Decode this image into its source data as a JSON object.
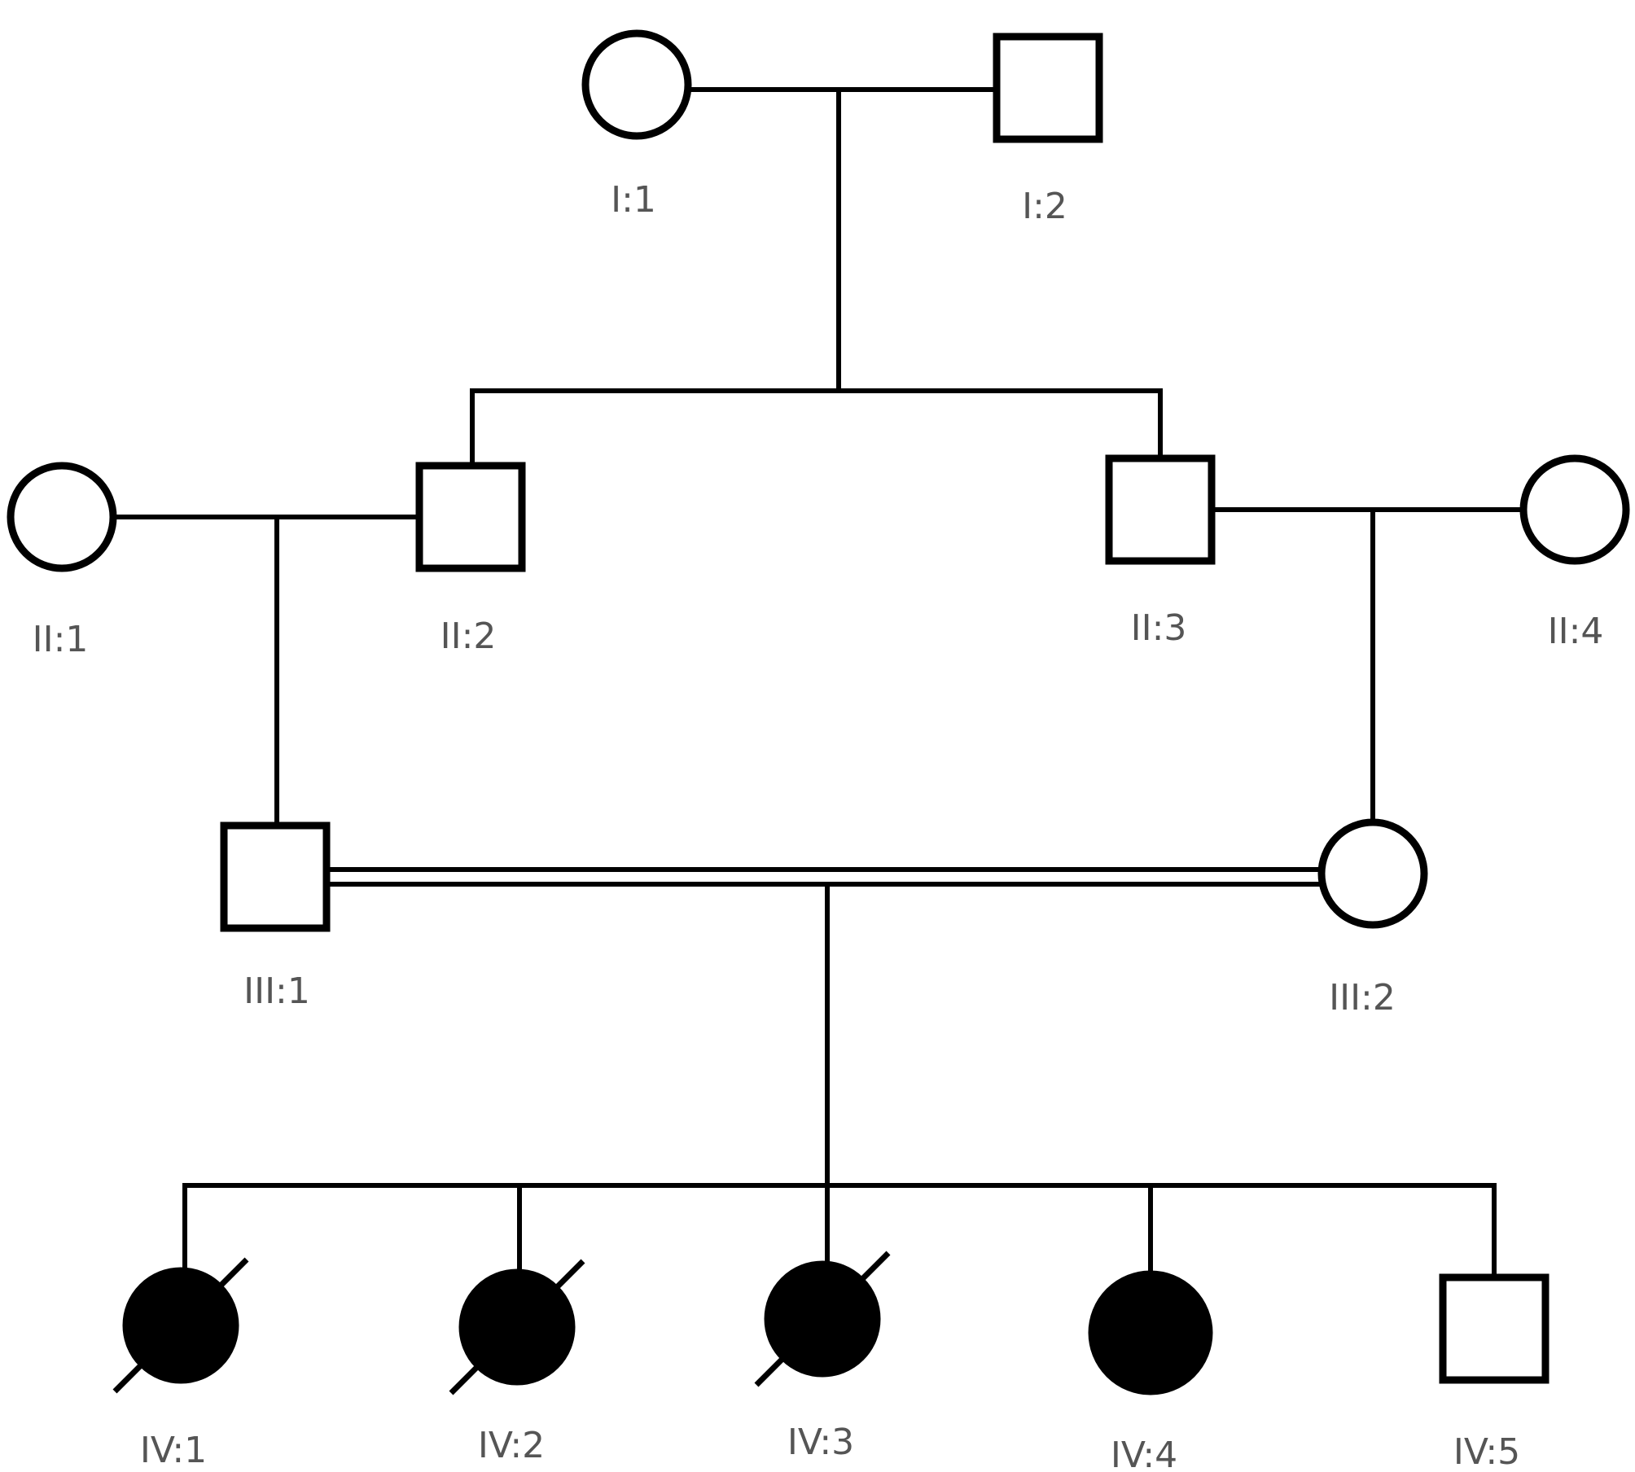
{
  "colors": {
    "line": "#000000",
    "affected": "#000000",
    "unaffected": "#ffffff",
    "label": "#555555"
  },
  "individuals": [
    {
      "id": "I:1",
      "label": "I:1",
      "sex": "female",
      "affected": false,
      "deceased": false
    },
    {
      "id": "I:2",
      "label": "I:2",
      "sex": "male",
      "affected": false,
      "deceased": false
    },
    {
      "id": "II:1",
      "label": "II:1",
      "sex": "female",
      "affected": false,
      "deceased": false
    },
    {
      "id": "II:2",
      "label": "II:2",
      "sex": "male",
      "affected": false,
      "deceased": false
    },
    {
      "id": "II:3",
      "label": "II:3",
      "sex": "male",
      "affected": false,
      "deceased": false
    },
    {
      "id": "II:4",
      "label": "II:4",
      "sex": "female",
      "affected": false,
      "deceased": false
    },
    {
      "id": "III:1",
      "label": "III:1",
      "sex": "male",
      "affected": false,
      "deceased": false
    },
    {
      "id": "III:2",
      "label": "III:2",
      "sex": "female",
      "affected": false,
      "deceased": false
    },
    {
      "id": "IV:1",
      "label": "IV:1",
      "sex": "female",
      "affected": true,
      "deceased": true
    },
    {
      "id": "IV:2",
      "label": "IV:2",
      "sex": "female",
      "affected": true,
      "deceased": true
    },
    {
      "id": "IV:3",
      "label": "IV:3",
      "sex": "female",
      "affected": true,
      "deceased": true
    },
    {
      "id": "IV:4",
      "label": "IV:4",
      "sex": "female",
      "affected": true,
      "deceased": false
    },
    {
      "id": "IV:5",
      "label": "IV:5",
      "sex": "male",
      "affected": false,
      "deceased": false
    }
  ],
  "unions": [
    {
      "partners": [
        "I:1",
        "I:2"
      ],
      "consanguineous": false,
      "children": [
        "II:2",
        "II:3"
      ]
    },
    {
      "partners": [
        "II:1",
        "II:2"
      ],
      "consanguineous": false,
      "children": [
        "III:1"
      ]
    },
    {
      "partners": [
        "II:3",
        "II:4"
      ],
      "consanguineous": false,
      "children": [
        "III:2"
      ]
    },
    {
      "partners": [
        "III:1",
        "III:2"
      ],
      "consanguineous": true,
      "children": [
        "IV:1",
        "IV:2",
        "IV:3",
        "IV:4",
        "IV:5"
      ]
    }
  ]
}
